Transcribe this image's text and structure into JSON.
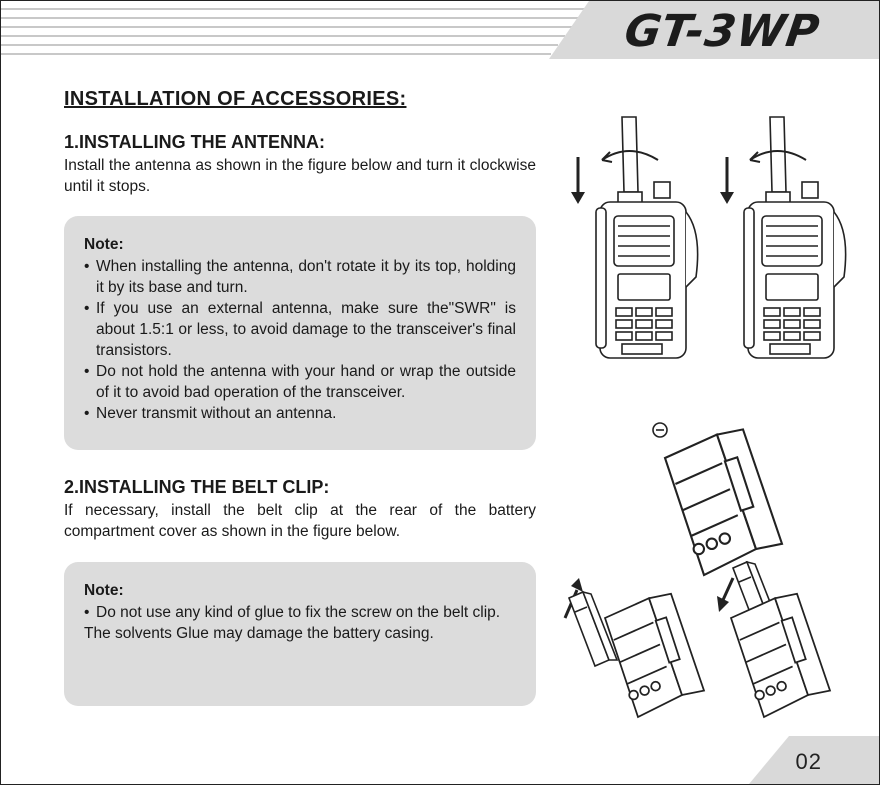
{
  "header": {
    "brand": "GT-3WP"
  },
  "title": "INSTALLATION OF ACCESSORIES:",
  "section1": {
    "heading": "1.INSTALLING THE ANTENNA:",
    "text": "Install the antenna as shown in the figure below and turn it clockwise until it stops."
  },
  "note1": {
    "title": "Note:",
    "items": [
      "When installing the antenna, don't rotate it by its top, holding it by its base and turn.",
      "If you use an external antenna, make sure the\"SWR\" is about 1.5:1 or less, to avoid damage to the transceiver's final transistors.",
      "Do not hold the antenna with your hand or wrap the outside of it to avoid bad operation of the transceiver.",
      "Never transmit without an antenna."
    ]
  },
  "section2": {
    "heading": "2.INSTALLING THE BELT CLIP:",
    "text": "If necessary, install the belt clip at the rear of the battery compartment cover as shown in the figure below."
  },
  "note2": {
    "title": "Note:",
    "item": "Do not use any kind of glue to fix the screw on the belt clip.",
    "line": "The solvents Glue may damage the battery casing."
  },
  "footer": {
    "page_number": "02"
  },
  "colors": {
    "note_background": "#dcdcdc",
    "header_band": "#d9d9d9"
  }
}
